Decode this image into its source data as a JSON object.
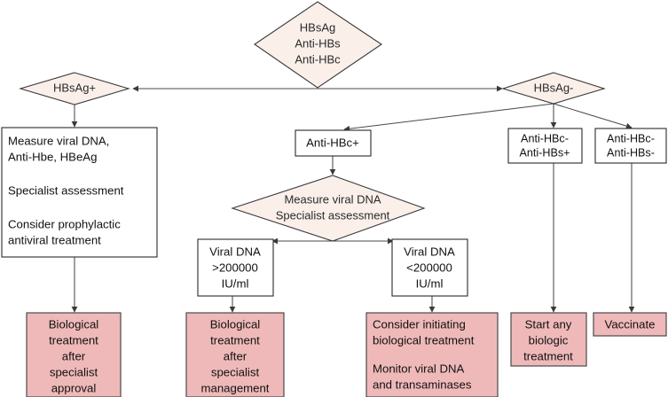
{
  "chart_data": {
    "type": "diagram",
    "title": "Hepatitis B serology screening flowchart",
    "colors": {
      "diamond_fill": "#faefe9",
      "box_fill": "#ffffff",
      "outcome_fill": "#efb9b9",
      "stroke": "#3a3a3a",
      "text": "#111111"
    },
    "nodes": [
      {
        "id": "serology",
        "kind": "decision",
        "lines": [
          "HBsAg",
          "Anti-HBs",
          "Anti-HBc"
        ],
        "align": "center"
      },
      {
        "id": "hbsag-pos",
        "kind": "decision",
        "lines": [
          "HBsAg+"
        ],
        "align": "center"
      },
      {
        "id": "hbsag-neg",
        "kind": "decision",
        "lines": [
          "HBsAg-"
        ],
        "align": "center"
      },
      {
        "id": "measure-left",
        "kind": "process",
        "lines": [
          "Measure viral DNA,",
          "Anti-Hbe, HBeAg",
          "",
          "Specialist assessment",
          "",
          "Consider prophylactic",
          "antiviral treatment"
        ],
        "align": "left"
      },
      {
        "id": "anti-hbc-pos",
        "kind": "process",
        "lines": [
          "Anti-HBc+"
        ],
        "align": "center"
      },
      {
        "id": "measure-mid",
        "kind": "decision",
        "lines": [
          "Measure viral DNA",
          "Specialist assessment"
        ],
        "align": "center"
      },
      {
        "id": "anti-hbc-neg-hbs-pos",
        "kind": "process",
        "lines": [
          "Anti-HBc-",
          "Anti-HBs+"
        ],
        "align": "center"
      },
      {
        "id": "anti-hbc-neg-hbs-neg",
        "kind": "process",
        "lines": [
          "Anti-HBc-",
          "Anti-HBs-"
        ],
        "align": "center"
      },
      {
        "id": "viral-dna-high",
        "kind": "process",
        "lines": [
          "Viral DNA",
          ">200000",
          "IU/ml"
        ],
        "align": "center"
      },
      {
        "id": "viral-dna-low",
        "kind": "process",
        "lines": [
          "Viral DNA",
          "<200000",
          "IU/ml"
        ],
        "align": "center"
      },
      {
        "id": "outcome-specialist-approval",
        "kind": "outcome",
        "lines": [
          "Biological",
          "treatment",
          "after",
          "specialist",
          "approval"
        ],
        "align": "center"
      },
      {
        "id": "outcome-specialist-management",
        "kind": "outcome",
        "lines": [
          "Biological",
          "treatment",
          "after",
          "specialist",
          "management"
        ],
        "align": "center"
      },
      {
        "id": "outcome-consider-initiating",
        "kind": "outcome",
        "lines": [
          "Consider initiating",
          "biological treatment",
          "",
          "Monitor viral DNA",
          "and transaminases"
        ],
        "align": "left"
      },
      {
        "id": "outcome-start-biologic",
        "kind": "outcome",
        "lines": [
          "Start any",
          "biologic",
          "treatment"
        ],
        "align": "center"
      },
      {
        "id": "outcome-vaccinate",
        "kind": "outcome",
        "lines": [
          "Vaccinate"
        ],
        "align": "center"
      }
    ],
    "edges": [
      {
        "from": "serology",
        "to": "hbsag-pos",
        "arrow": true
      },
      {
        "from": "serology",
        "to": "hbsag-neg",
        "arrow": true
      },
      {
        "from": "hbsag-pos",
        "to": "measure-left",
        "arrow": true
      },
      {
        "from": "measure-left",
        "to": "outcome-specialist-approval",
        "arrow": true
      },
      {
        "from": "hbsag-neg",
        "to": "anti-hbc-pos",
        "arrow": true
      },
      {
        "from": "hbsag-neg",
        "to": "anti-hbc-neg-hbs-pos",
        "arrow": true
      },
      {
        "from": "hbsag-neg",
        "to": "anti-hbc-neg-hbs-neg",
        "arrow": true
      },
      {
        "from": "anti-hbc-pos",
        "to": "measure-mid",
        "arrow": true
      },
      {
        "from": "measure-mid",
        "to": "viral-dna-high",
        "arrow": true
      },
      {
        "from": "measure-mid",
        "to": "viral-dna-low",
        "arrow": true
      },
      {
        "from": "viral-dna-high",
        "to": "outcome-specialist-management",
        "arrow": true
      },
      {
        "from": "viral-dna-low",
        "to": "outcome-consider-initiating",
        "arrow": true
      },
      {
        "from": "anti-hbc-neg-hbs-pos",
        "to": "outcome-start-biologic",
        "arrow": true
      },
      {
        "from": "anti-hbc-neg-hbs-neg",
        "to": "outcome-vaccinate",
        "arrow": true
      }
    ]
  },
  "nodes": {
    "serology": {
      "line0": "HBsAg",
      "line1": "Anti-HBs",
      "line2": "Anti-HBc"
    },
    "hbsag_pos": {
      "line0": "HBsAg+"
    },
    "hbsag_neg": {
      "line0": "HBsAg-"
    },
    "measure_left": {
      "line0": "Measure viral DNA,",
      "line1": "Anti-Hbe, HBeAg",
      "line2": "Specialist assessment",
      "line3": "Consider prophylactic",
      "line4": "antiviral treatment"
    },
    "anti_hbc_pos": {
      "line0": "Anti-HBc+"
    },
    "measure_mid": {
      "line0": "Measure viral DNA",
      "line1": "Specialist assessment"
    },
    "anti_hbc_neg_hbs_pos": {
      "line0": "Anti-HBc-",
      "line1": "Anti-HBs+"
    },
    "anti_hbc_neg_hbs_neg": {
      "line0": "Anti-HBc-",
      "line1": "Anti-HBs-"
    },
    "viral_dna_high": {
      "line0": "Viral DNA",
      "line1": ">200000",
      "line2": "IU/ml"
    },
    "viral_dna_low": {
      "line0": "Viral DNA",
      "line1": "<200000",
      "line2": "IU/ml"
    },
    "outcome_specialist_approval": {
      "line0": "Biological",
      "line1": "treatment",
      "line2": "after",
      "line3": "specialist",
      "line4": "approval"
    },
    "outcome_specialist_management": {
      "line0": "Biological",
      "line1": "treatment",
      "line2": "after",
      "line3": "specialist",
      "line4": "management"
    },
    "outcome_consider_initiating": {
      "line0": "Consider initiating",
      "line1": "biological treatment",
      "line2": "Monitor viral DNA",
      "line3": "and transaminases"
    },
    "outcome_start_biologic": {
      "line0": "Start any",
      "line1": "biologic",
      "line2": "treatment"
    },
    "outcome_vaccinate": {
      "line0": "Vaccinate"
    }
  }
}
